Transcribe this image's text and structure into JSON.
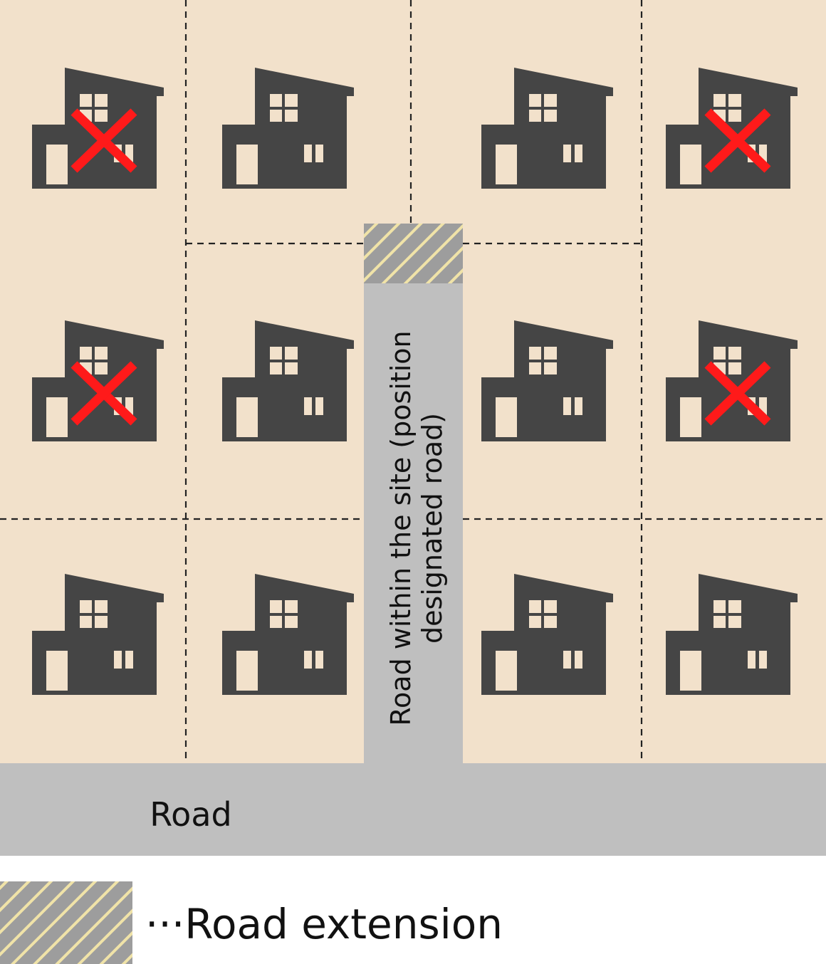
{
  "colors": {
    "site": "#f2e1cb",
    "road": "#bfbfbf",
    "house": "#454545",
    "house_detail": "#f2e1cb",
    "cross": "#ff1a1a",
    "hatch_bg": "#9d9d9d",
    "hatch_stripe": "#f0e3a8",
    "divider": "#222222"
  },
  "labels": {
    "road": "Road",
    "inner_road_line1": "Road within the site (position",
    "inner_road_line2": "designated road)",
    "legend_text": "···Road extension"
  },
  "houses": [
    {
      "row": 1,
      "col": 1,
      "crossed": true
    },
    {
      "row": 1,
      "col": 2,
      "crossed": false
    },
    {
      "row": 1,
      "col": 3,
      "crossed": false
    },
    {
      "row": 1,
      "col": 4,
      "crossed": true
    },
    {
      "row": 2,
      "col": 1,
      "crossed": true
    },
    {
      "row": 2,
      "col": 2,
      "crossed": false
    },
    {
      "row": 2,
      "col": 3,
      "crossed": false
    },
    {
      "row": 2,
      "col": 4,
      "crossed": true
    },
    {
      "row": 3,
      "col": 1,
      "crossed": false
    },
    {
      "row": 3,
      "col": 2,
      "crossed": false
    },
    {
      "row": 3,
      "col": 3,
      "crossed": false
    },
    {
      "row": 3,
      "col": 4,
      "crossed": false
    }
  ]
}
